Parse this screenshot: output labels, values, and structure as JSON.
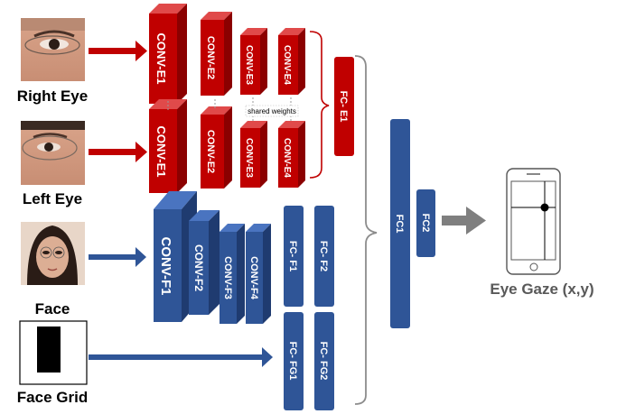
{
  "inputs": {
    "right_eye": "Right Eye",
    "left_eye": "Left Eye",
    "face": "Face",
    "face_grid": "Face Grid"
  },
  "eye_layers": {
    "conv1": "CONV-E1",
    "conv2": "CONV-E2",
    "conv3": "CONV-E3",
    "conv4": "CONV-E4",
    "shared": "shared weights",
    "fc": "FC- E1"
  },
  "face_layers": {
    "conv1": "CONV-F1",
    "conv2": "CONV-F2",
    "conv3": "CONV-F3",
    "conv4": "CONV-F4",
    "fc1": "FC- F1",
    "fc2": "FC- F2"
  },
  "grid_layers": {
    "fc1": "FC- FG1",
    "fc2": "FC- FG2"
  },
  "joint_layers": {
    "fc1": "FC1",
    "fc2": "FC2"
  },
  "output": {
    "label": "Eye Gaze (x,y)"
  },
  "colors": {
    "eye_red": "#c00000",
    "face_blue": "#2f5597",
    "arrow_gray": "#7f7f7f"
  }
}
